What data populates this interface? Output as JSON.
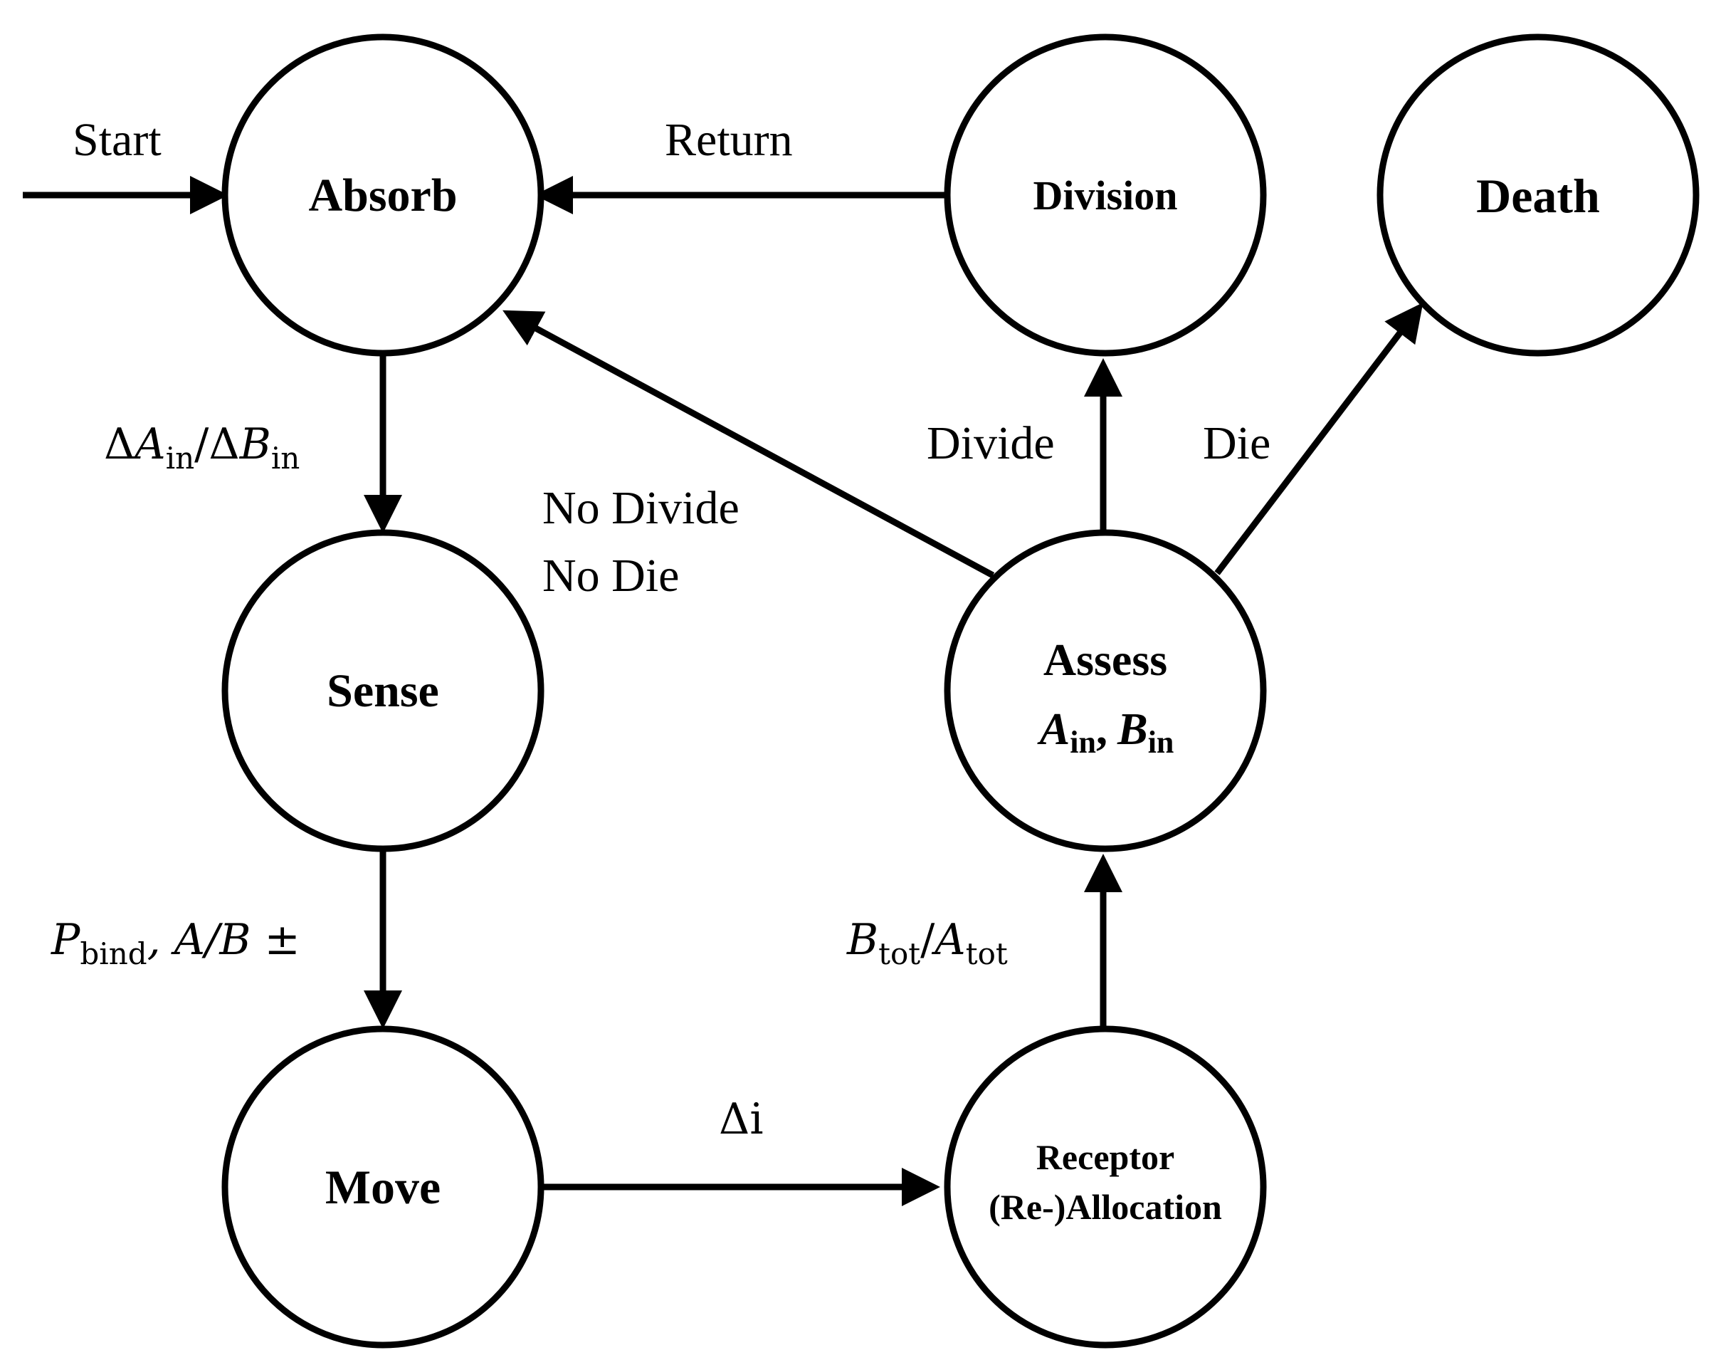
{
  "nodes": {
    "absorb": "Absorb",
    "division": "Division",
    "death": "Death",
    "sense": "Sense",
    "assess_title": "Assess",
    "assess_a": "A",
    "assess_b": "B",
    "assess_sub": "in",
    "assess_comma": ",",
    "move": "Move",
    "receptor_line1": "Receptor",
    "receptor_line2": "(Re-)Allocation"
  },
  "edges": {
    "start": "Start",
    "return": "Return",
    "divide": "Divide",
    "die": "Die",
    "no_divide": "No Divide",
    "no_die": "No Die",
    "absorb_sense": {
      "delta1": "Δ",
      "A": "A",
      "sub1": "in",
      "slash": "/",
      "delta2": "Δ",
      "B": "B",
      "sub2": "in"
    },
    "sense_move": {
      "P": "P",
      "sub": "bind",
      "rest": ", A/B ±"
    },
    "move_receptor": "Δi",
    "receptor_assess": {
      "B": "B",
      "sub1": "tot",
      "slash": "/",
      "A": "A",
      "sub2": "tot"
    }
  }
}
